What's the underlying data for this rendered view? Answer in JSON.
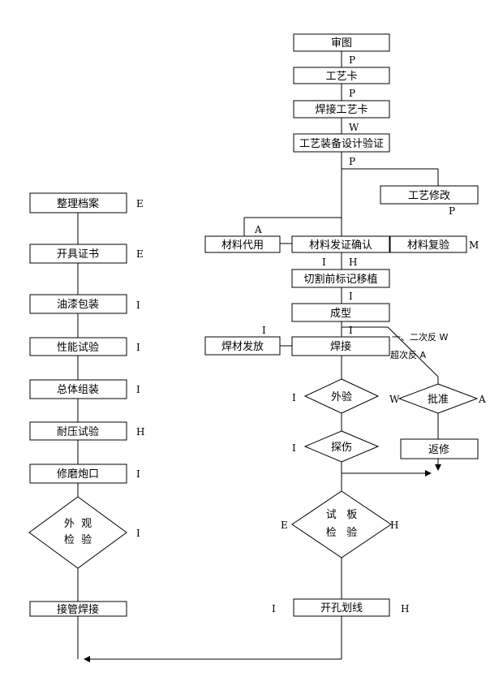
{
  "left_column": {
    "steps": [
      {
        "label": "整理档案",
        "grade": "E"
      },
      {
        "label": "开具证书",
        "grade": "E"
      },
      {
        "label": "油漆包装",
        "grade": "I"
      },
      {
        "label": "性能试验",
        "grade": "I"
      },
      {
        "label": "总体组装",
        "grade": "I"
      },
      {
        "label": "耐压试验",
        "grade": "H"
      },
      {
        "label": "修磨炮口",
        "grade": "I"
      }
    ],
    "decision": {
      "line1": "外  观",
      "line2": "检  验",
      "grade": "I"
    },
    "last_step": {
      "label": "接管焊接"
    }
  },
  "main_column": {
    "shen_tu": {
      "label": "审图",
      "grade": "P"
    },
    "gongyi_ka": {
      "label": "工艺卡",
      "grade": "P"
    },
    "hanjie_gongyi_ka": {
      "label": "焊接工艺卡",
      "grade": "W"
    },
    "zhuangbei": {
      "label": "工艺装备设计验证",
      "grade": "P"
    },
    "gongyi_xiugai": {
      "label": "工艺修改",
      "grade": "P"
    },
    "cailiao_daiyong": {
      "label": "材料代用",
      "grade": "A"
    },
    "cailiao_fazheng": {
      "label": "材料发证确认",
      "grade_left": "I",
      "grade_right": "H"
    },
    "cailiao_fuyan": {
      "label": "材料复验",
      "grade": "M"
    },
    "qiege": {
      "label": "切割前标记移植",
      "grade": "I"
    },
    "chengxing": {
      "label": "成型",
      "grade": "I"
    },
    "hancai_fafang": {
      "label": "焊材发放",
      "grade": "I"
    },
    "hanjie": {
      "label": "焊接",
      "note1": "一、二次反 W",
      "note2": "超次反 A"
    },
    "waiyan": {
      "label": "外验",
      "grade": "I"
    },
    "pizhun": {
      "label": "批准",
      "grade_left": "W",
      "grade_right": "A"
    },
    "fanxiu": {
      "label": "返修"
    },
    "tanshang": {
      "label": "探伤",
      "grade": "I"
    },
    "shiban": {
      "line1": "试   板",
      "line2": "检   验",
      "grade_left": "E",
      "grade_right": "H"
    },
    "kaikong": {
      "label": "开孔划线",
      "grade_left": "I",
      "grade_right": "H"
    }
  },
  "colors": {
    "line": "#000000",
    "box_fill": "#ffffff"
  }
}
